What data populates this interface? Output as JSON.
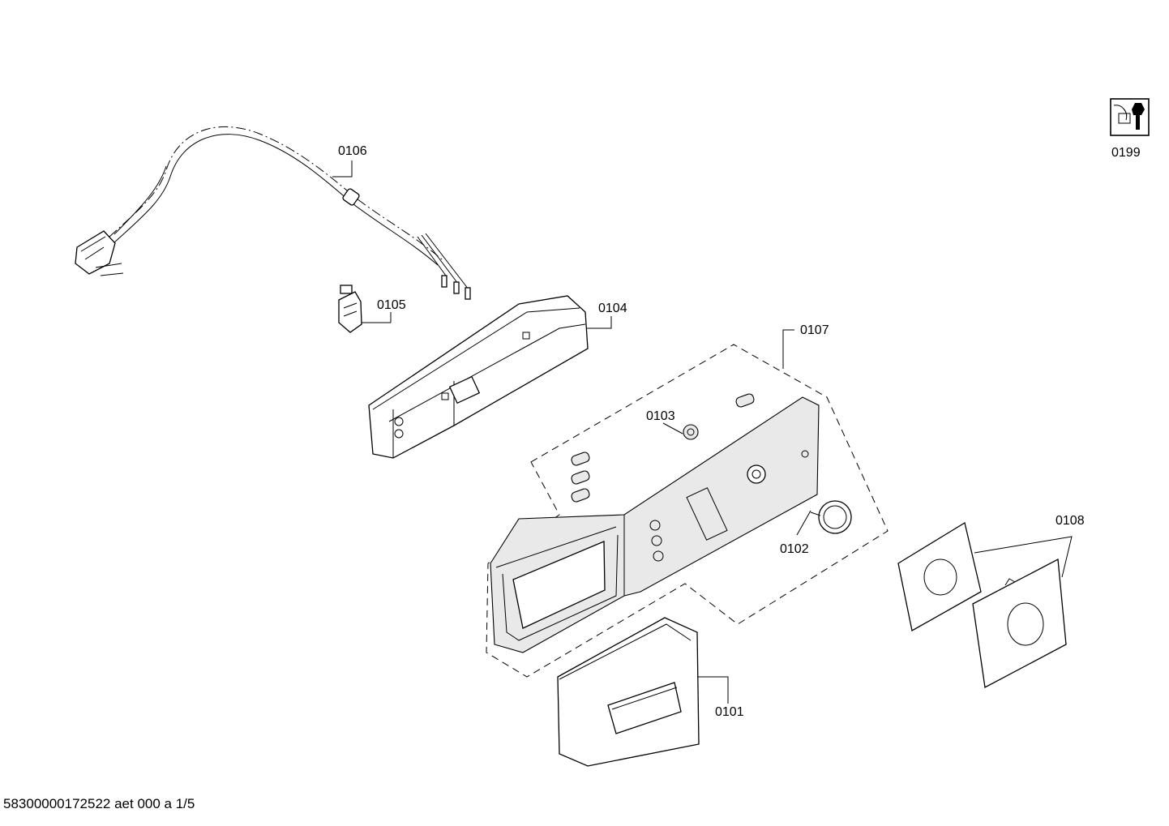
{
  "parts": {
    "p0101": "0101",
    "p0102": "0102",
    "p0103": "0103",
    "p0104": "0104",
    "p0105": "0105",
    "p0106": "0106",
    "p0107": "0107",
    "p0108": "0108",
    "p0199": "0199"
  },
  "footer": "58300000172522 aet 000 a 1/5",
  "icons": {
    "service": "wrench-service-icon"
  }
}
